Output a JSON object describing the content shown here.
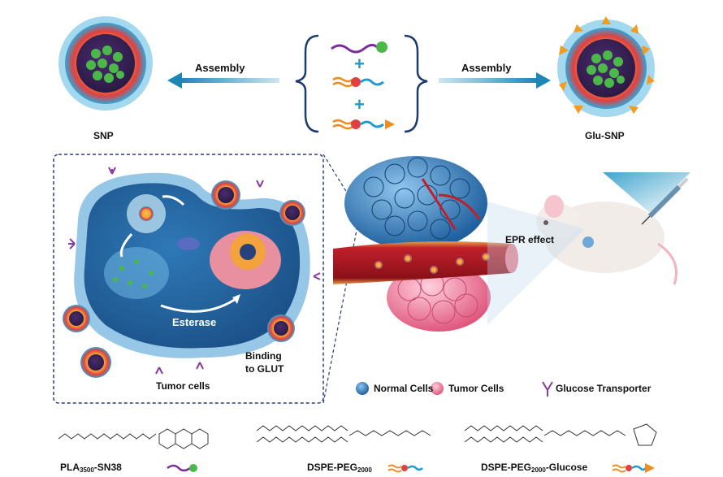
{
  "top": {
    "left_product": "SNP",
    "right_product": "Glu-SNP",
    "left_arrow_label": "Assembly",
    "right_arrow_label": "Assembly"
  },
  "cell_panel": {
    "caption": "Tumor cells",
    "esterase_label": "Esterase",
    "binding_label_1": "Binding",
    "binding_label_2": "to GLUT"
  },
  "tissue": {
    "epr_label": "EPR effect"
  },
  "legend": {
    "normal_cells": "Normal Cells",
    "tumor_cells": "Tumor Cells",
    "glucose_transporter": "Glucose Transporter"
  },
  "molecules": {
    "m1": {
      "name": "PLA",
      "sub": "3500",
      "rest": "-SN38"
    },
    "m2": {
      "name": "DSPE-PEG",
      "sub": "2000",
      "rest": ""
    },
    "m3": {
      "name": "DSPE-PEG",
      "sub": "2000",
      "rest": "-Glucose"
    }
  },
  "colors": {
    "arrow": "#2a8fb8",
    "cell_blue": "#3a7fb8",
    "nucleus_pink": "#e88fa0",
    "tumor_pink": "#f07aa0",
    "vessel_red": "#b8202a",
    "drug_green": "#3fa83a",
    "peg_blue": "#1e9bd0",
    "glucose_orange": "#f08c1e",
    "panel_border": "#2a3a7a"
  }
}
